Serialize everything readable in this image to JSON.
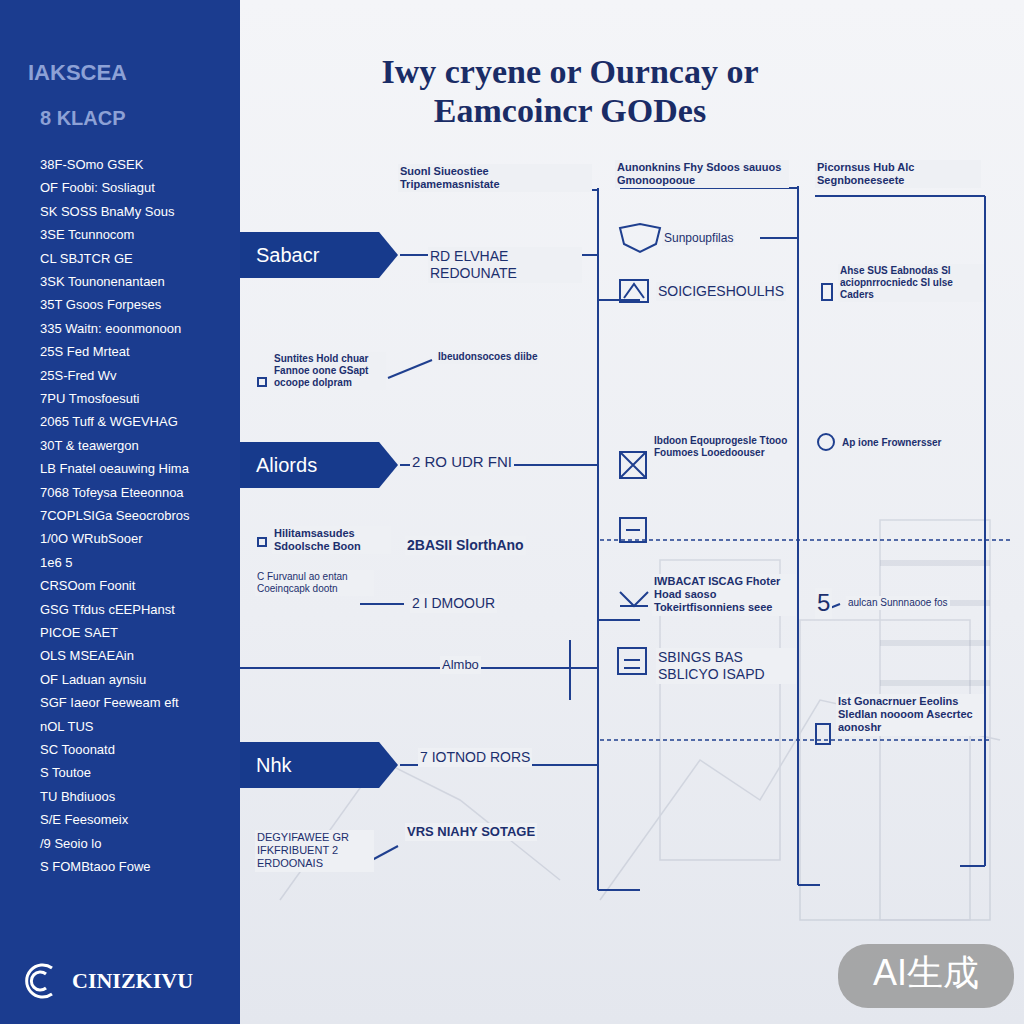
{
  "diagram": {
    "title": "Iwy cryene or Ourncay or Eamcoincr GODes",
    "nodes": [
      {
        "text": [
          "Sabacr"
        ]
      },
      {
        "text": [
          "Aliords"
        ]
      },
      {
        "text": [
          "Nhk"
        ]
      }
    ],
    "labels": [
      "IAKSCEA",
      "8 KLACP",
      "38F-SOmo GSEK",
      "OF Foobi: Sosliagut",
      "SK SOSS BnaMy Sous",
      "3SE Tcunnocom",
      "CL SBJTCR GE",
      "3SK Tounonenantaen",
      "35T Gsoos Forpeses",
      "335 Waitn: eoonmonoon",
      "25S Fed Mrteat",
      "25S-Fred Wv",
      "7PU Tmosfoesuti",
      "2065 Tuff & WGEVHAG",
      "30T & teawergon",
      "LB Fnatel oeauwing Hima",
      "7068 Tofeysa Eteeonnoa",
      "7COPLSIGa Seeocrobros",
      "1/0O WRubSooer",
      "1e6 5",
      "CRSOom Foonit",
      "GSG Tfdus cEEPHanst",
      "PICOE SAET",
      "OLS MSEAEAin",
      "OF Laduan aynsiu",
      "SGF Iaeor Feeweam eft",
      "nOL TUS",
      "SC Tooonatd",
      "S Toutoe",
      "TU Bhdiuoos",
      "S/E Feesomeix",
      "/9 Seoio lo",
      "S FOMBtaoo Fowe",
      "CINIZKIVU",
      "Suonl Siueostiee Tripamemasnistate",
      "RD ELVHAE REDOUNATE",
      "Suntites Hold chuar Fannoe oone GSapt ocoope dolpram",
      "Ibeudonsocoes diibe",
      "2 RO UDR FNI",
      "Hilitamsasudes Sdoolsche Boon",
      "2BASII SlorthAno",
      "C Furvanul ao entan Coeinqcapk dootn",
      "2 I DMOOUR",
      "Almbo",
      "7 IOTNOD RORS",
      "DEGYIFAWEE GR IFKFRIBUENT 2 ERDOONAIS",
      "VRS NIAHY SOTAGE",
      "Aunonknins Fhy Sdoos sauuos Gmonoopooue",
      "Sunpoupfilas",
      "SOICIGESHOULHS",
      "Ibdoon Eqouprogesle Ttooo Foumoes Looedoouser",
      "IWBACAT ISCAG Fhoter Hoad saoso Tokeirtfisonniens seee",
      "SBINGS BAS SBLICYO ISAPD",
      "Picornsus Hub Alc Segnboneeseete",
      "Ahse SUS Eabnodas Sl aciopnrrocniedc Sl ulse Caders",
      "Ap ione Frownersser",
      "5",
      "aulcan Sunnnaooe fos",
      "Ist Gonacrnuer Eeolins Sledlan noooom Asecrtec aonoshr",
      "AI生成"
    ]
  }
}
